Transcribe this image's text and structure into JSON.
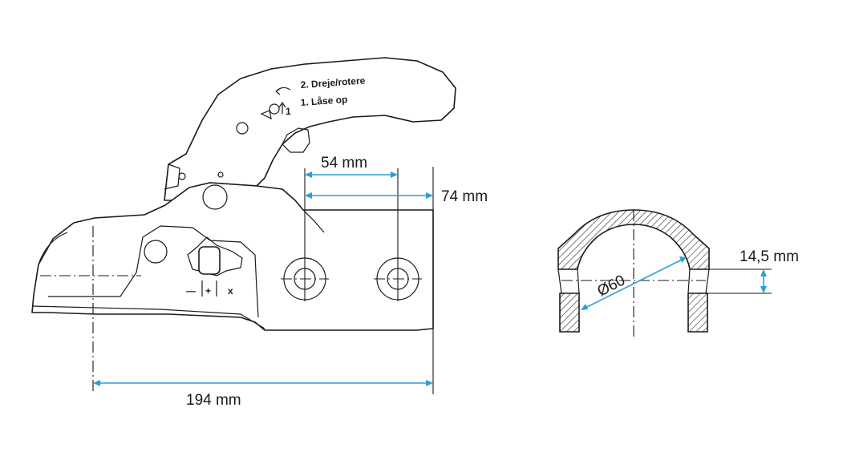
{
  "coupling_side_view": {
    "handle_instructions": {
      "step2": "2. Dreje/rotere",
      "step1": "1. Låse op",
      "step_number_mark": "1"
    },
    "wear_indicator": {
      "minus": "—",
      "plus": "+",
      "x": "x"
    },
    "dimensions": {
      "hole_spacing": "54 mm",
      "height": "74 mm",
      "overall_length": "194 mm"
    }
  },
  "ball_socket_section": {
    "dimensions": {
      "diameter": "Ø60",
      "depth": "14,5 mm"
    }
  },
  "colors": {
    "dimension_line": "#2a9fd6",
    "outline": "#1a1a1a",
    "background": "#ffffff"
  }
}
